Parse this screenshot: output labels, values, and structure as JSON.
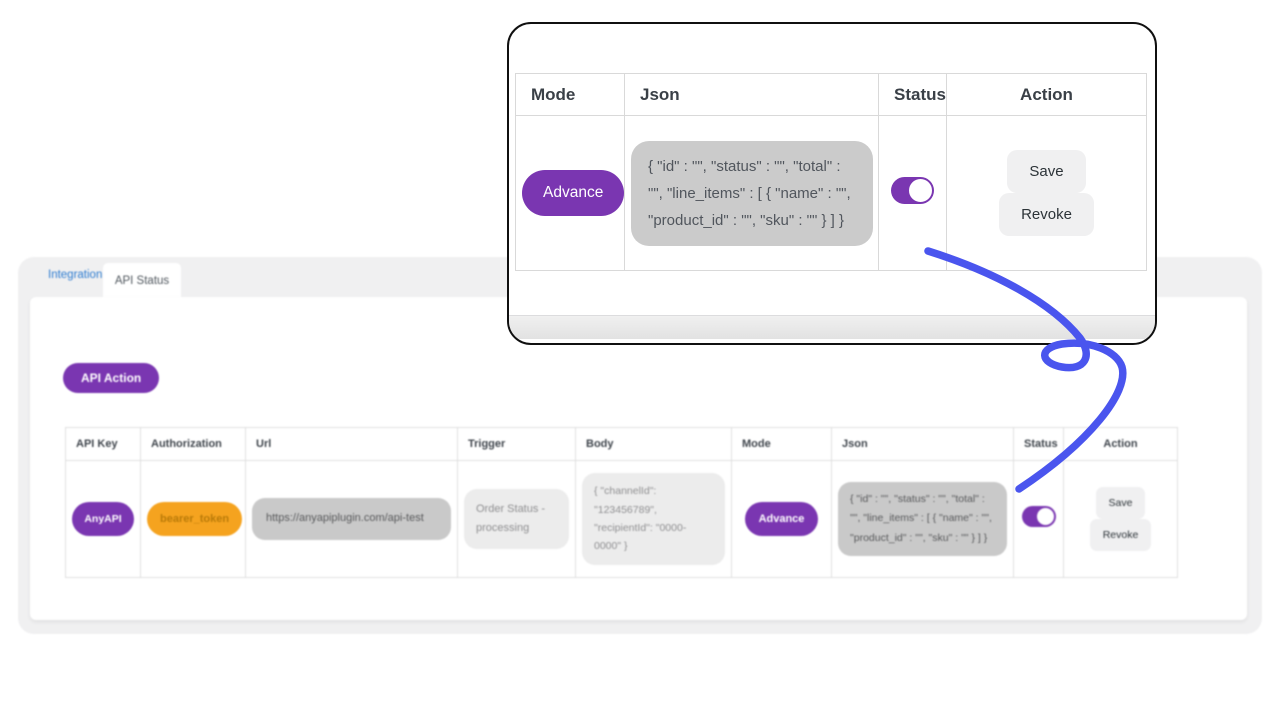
{
  "callout": {
    "headers": [
      "Mode",
      "Json",
      "Status",
      "Action"
    ],
    "row": {
      "mode": "Advance",
      "json": "{ \"id\" : \"\", \"status\" : \"\", \"total\" : \"\", \"line_items\" : [ { \"name\" : \"\", \"product_id\" : \"\", \"sku\" : \"\" } ] }",
      "status_on": true,
      "save": "Save",
      "revoke": "Revoke"
    }
  },
  "panel": {
    "tabs": [
      {
        "label": "Integration",
        "active": false
      },
      {
        "label": "API Status",
        "active": true
      }
    ],
    "api_action": "API Action",
    "headers": [
      "API Key",
      "Authorization",
      "Url",
      "Trigger",
      "Body",
      "Mode",
      "Json",
      "Status",
      "Action"
    ],
    "row": {
      "api_key": "AnyAPI",
      "authorization": "bearer_token",
      "url": "https://anyapiplugin.com/api-test",
      "trigger": "Order Status - processing",
      "body": "{ \"channelId\": \"123456789\", \"recipientId\": \"0000-0000\" }",
      "mode": "Advance",
      "json": "{ \"id\" : \"\", \"status\" : \"\", \"total\" : \"\", \"line_items\" : [ { \"name\" : \"\", \"product_id\" : \"\", \"sku\" : \"\" } ] }",
      "status_on": true,
      "save": "Save",
      "revoke": "Revoke"
    }
  },
  "colors": {
    "accent_purple": "#7a36b1",
    "badge_orange": "#f5a31f",
    "arrow_blue": "#4a55ee",
    "tab_link_blue": "#2e7cd0",
    "block_dark_gray": "#c9c9c9",
    "block_light_gray": "#ececec"
  }
}
